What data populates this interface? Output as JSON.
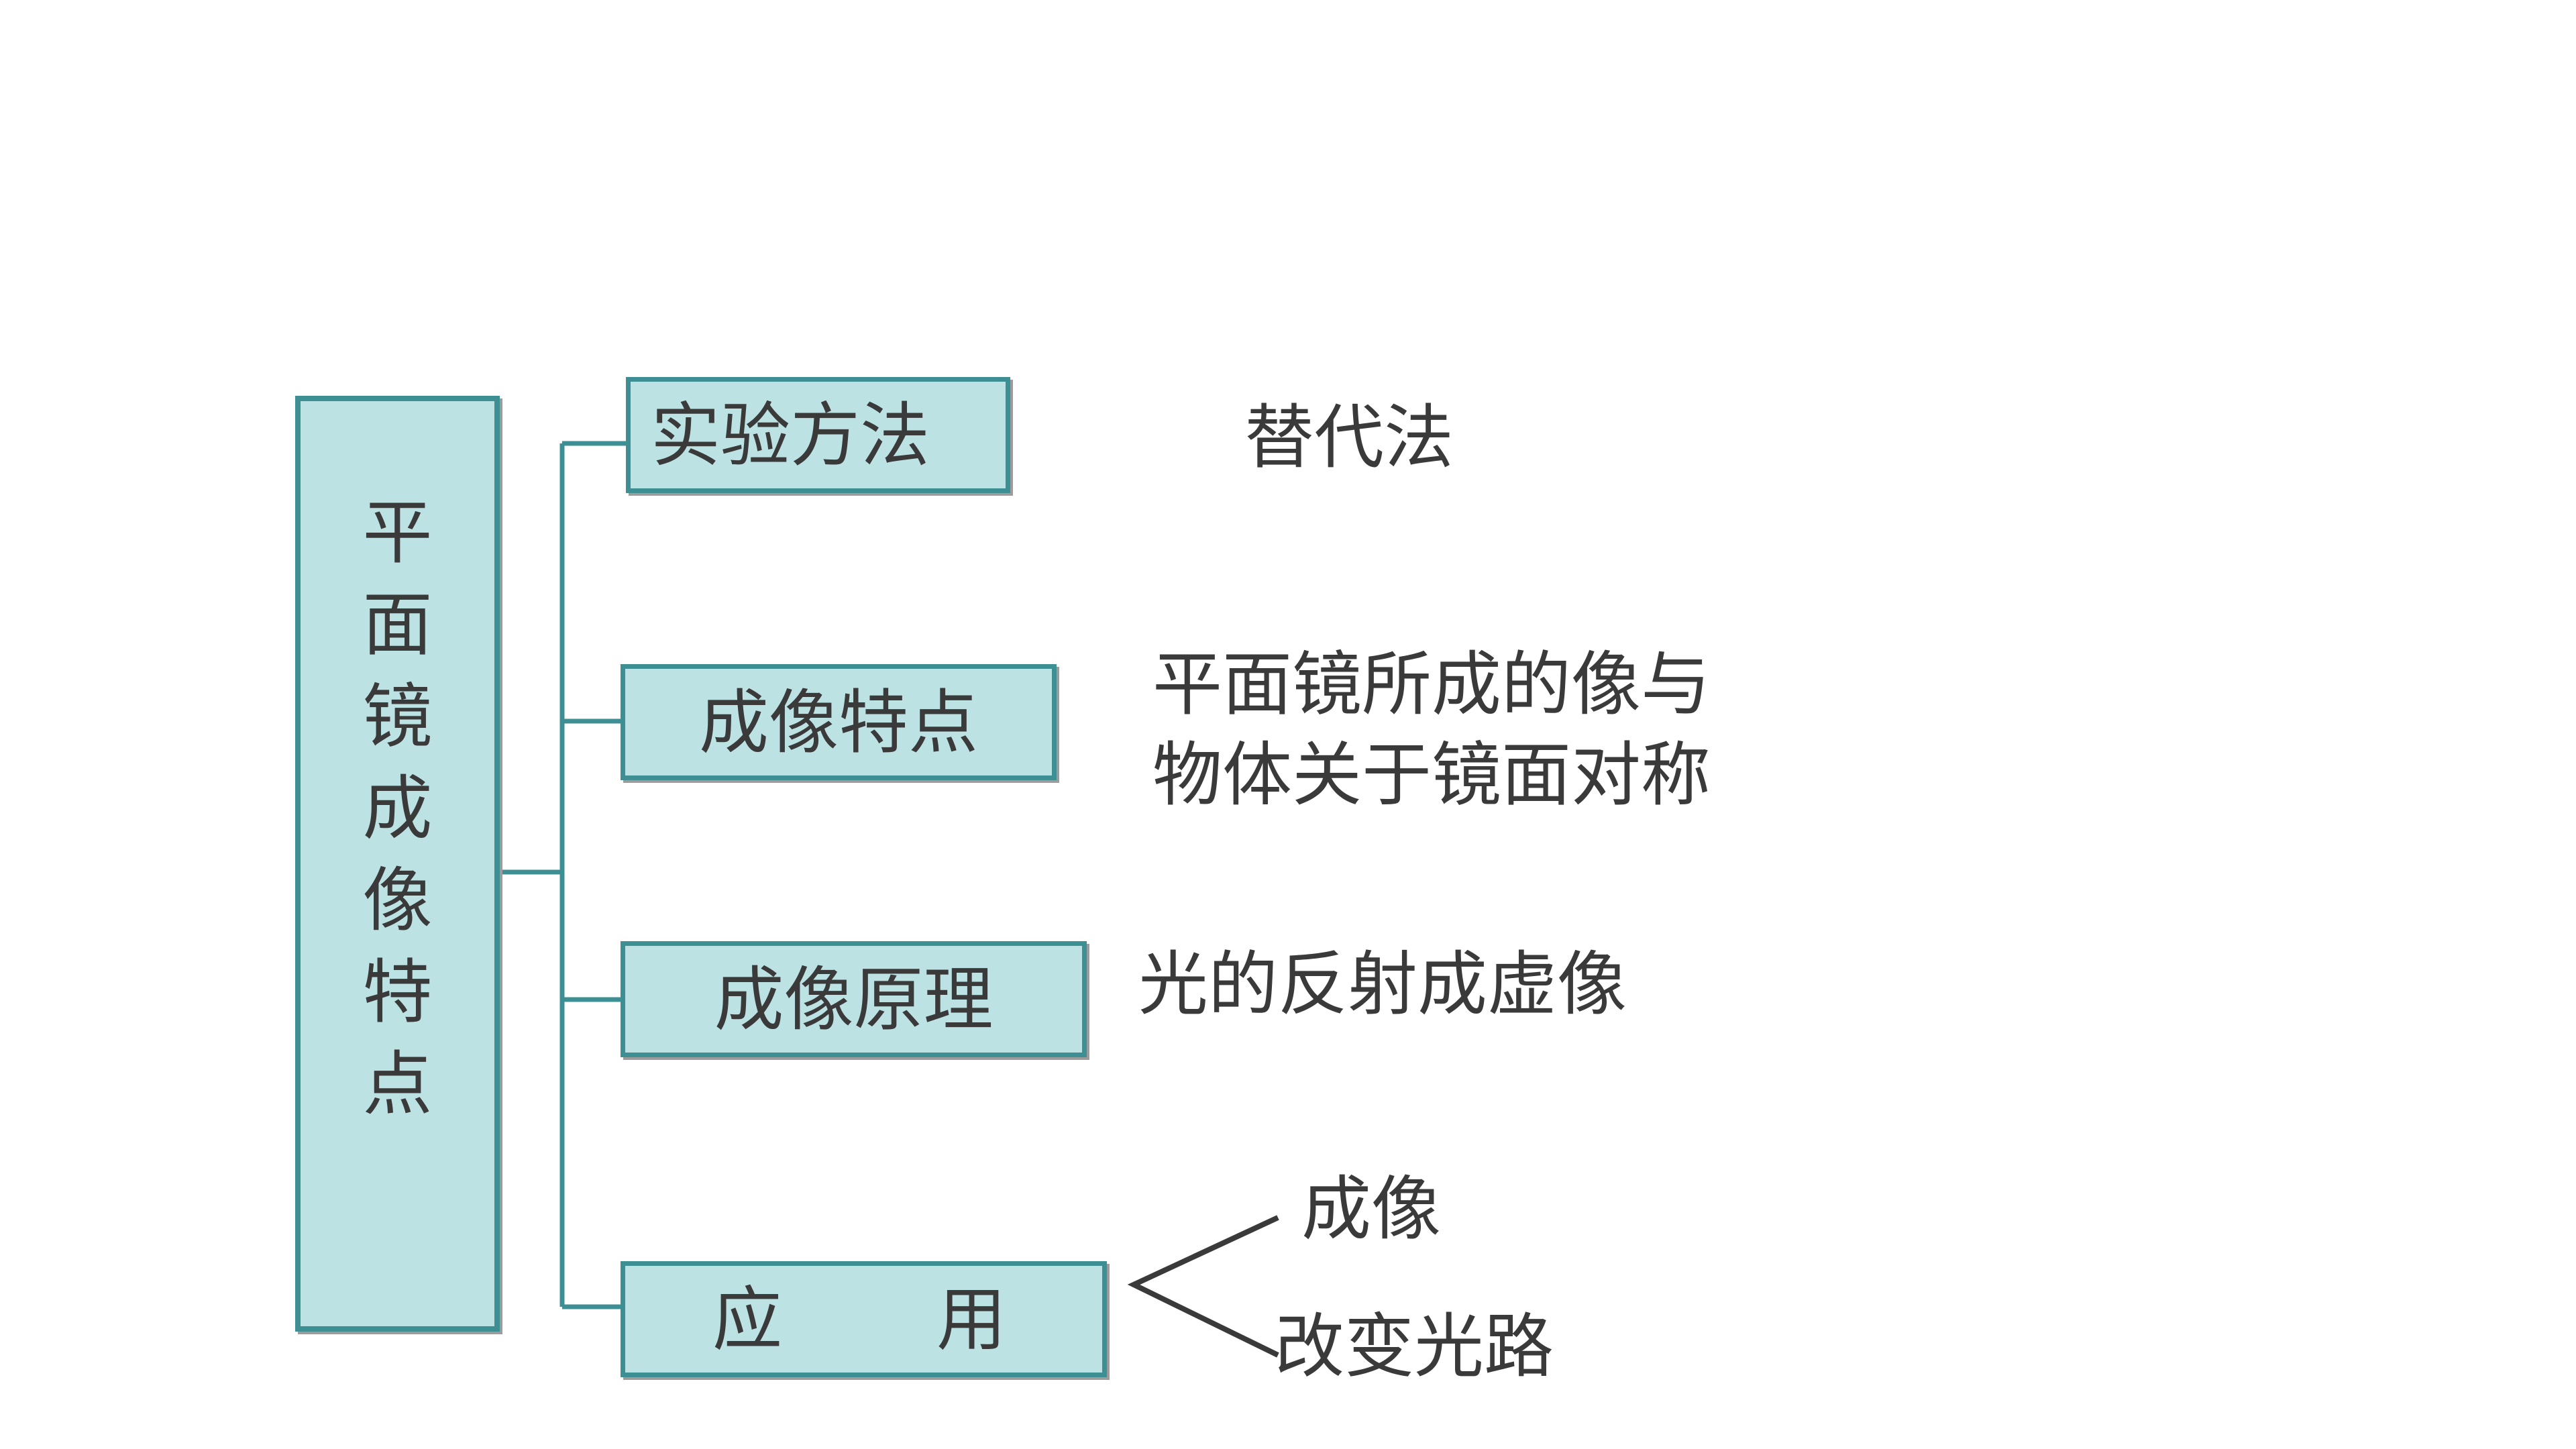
{
  "root": {
    "chars": [
      "平",
      "面",
      "镜",
      "成",
      "像",
      "特",
      "点"
    ]
  },
  "branches": [
    {
      "label": "实验方法",
      "detail": [
        "替代法"
      ]
    },
    {
      "label": "成像特点",
      "detail": [
        "平面镜所成的像与",
        "物体关于镜面对称"
      ]
    },
    {
      "label": "成像原理",
      "detail": [
        "光的反射成虚像"
      ]
    },
    {
      "label_parts": [
        "应",
        "用"
      ],
      "detail": [
        "成像",
        "改变光路"
      ]
    }
  ],
  "colors": {
    "box_fill": "#bde2e4",
    "box_border": "#3e8f93",
    "connector": "#3e8f93",
    "text": "#3a3a3a"
  }
}
